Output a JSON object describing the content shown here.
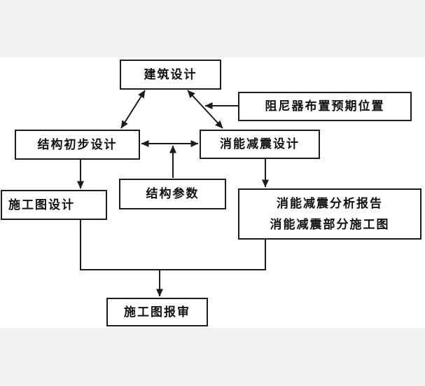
{
  "canvas": {
    "background": "#ffffff",
    "band_color": "#f0f2f1",
    "line_color": "#1c1c1c",
    "box_fill": "#ffffff"
  },
  "nodes": {
    "architectural_design": {
      "label": "建筑设计"
    },
    "damper_expected_position": {
      "label": "阻尼器布置预期位置"
    },
    "preliminary_structural_design": {
      "label": "结构初步设计"
    },
    "energy_dissipation_design": {
      "label": "消能减震设计"
    },
    "structural_parameters": {
      "label": "结构参数"
    },
    "construction_drawing_design": {
      "label": "施工图设计"
    },
    "dissipation_report": {
      "line1": "消能减震分析报告",
      "line2": "消能减震部分施工图"
    },
    "construction_drawing_submission": {
      "label": "施工图报审"
    }
  },
  "edges": [
    {
      "from": "architectural_design",
      "to": "preliminary_structural_design",
      "type": "bidirectional"
    },
    {
      "from": "architectural_design",
      "to": "energy_dissipation_design",
      "type": "bidirectional"
    },
    {
      "from": "damper_expected_position",
      "to": "architectural_design~energy_dissipation_design",
      "type": "arrow"
    },
    {
      "from": "preliminary_structural_design",
      "to": "energy_dissipation_design",
      "type": "bidirectional"
    },
    {
      "from": "structural_parameters",
      "to": "preliminary_structural_design~energy_dissipation_design",
      "type": "arrow"
    },
    {
      "from": "preliminary_structural_design",
      "to": "construction_drawing_design",
      "type": "arrow"
    },
    {
      "from": "energy_dissipation_design",
      "to": "dissipation_report",
      "type": "arrow"
    },
    {
      "from": "construction_drawing_design",
      "to": "construction_drawing_submission",
      "type": "arrow-merged"
    },
    {
      "from": "dissipation_report",
      "to": "construction_drawing_submission",
      "type": "arrow-merged"
    }
  ]
}
